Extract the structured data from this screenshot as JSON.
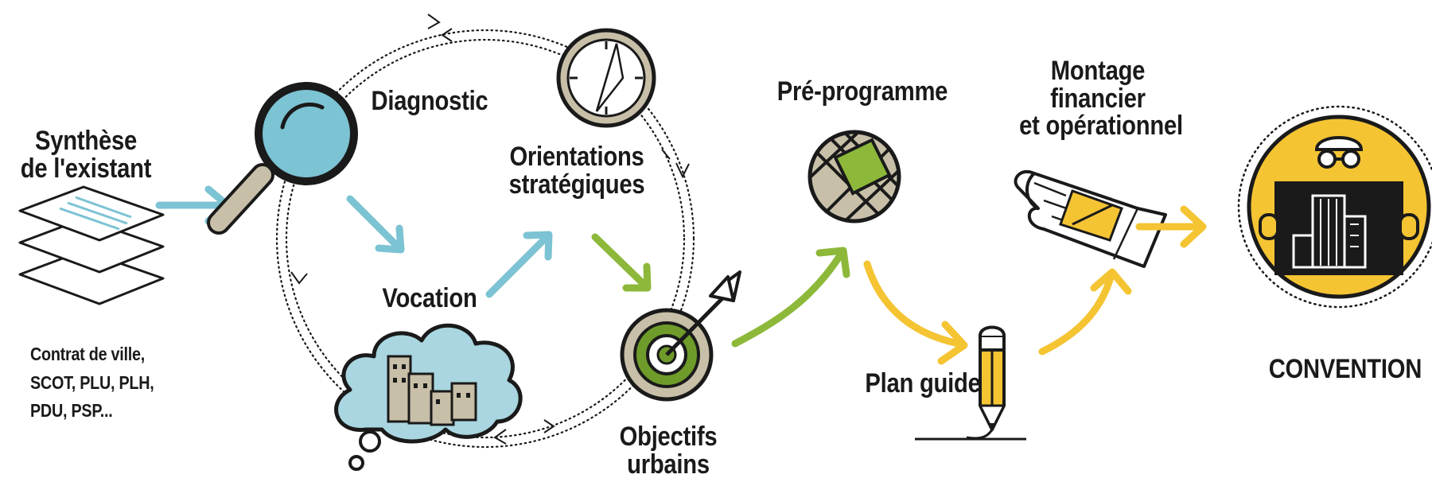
{
  "labels": {
    "synthese": [
      "Synthèse",
      "de l'existant"
    ],
    "sources": [
      "Contrat de ville,",
      "SCOT, PLU, PLH,",
      "PDU, PSP..."
    ],
    "diagnostic": "Diagnostic",
    "orientations": [
      "Orientations",
      "stratégiques"
    ],
    "vocation": "Vocation",
    "objectifs": [
      "Objectifs",
      "urbains"
    ],
    "preprogramme": "Pré-programme",
    "plan_guide": "Plan guide",
    "montage": [
      "Montage",
      "financier",
      "et opérationnel"
    ],
    "convention": "CONVENTION"
  },
  "icons": [
    "document-stack-icon",
    "magnifier-icon",
    "compass-icon",
    "cloud-city-icon",
    "target-icon",
    "map-icon",
    "pencil-icon",
    "blueprint-icon",
    "convention-icon"
  ],
  "colors": {
    "ink": "#1a1a1a",
    "teal": "#7cc3d3",
    "teal_light": "#a9d6e0",
    "green": "#8db83a",
    "green_dark": "#6e9b2a",
    "yellow": "#f4c433",
    "beige": "#c8bfa8",
    "gray_bg": "#d8d2c4"
  }
}
